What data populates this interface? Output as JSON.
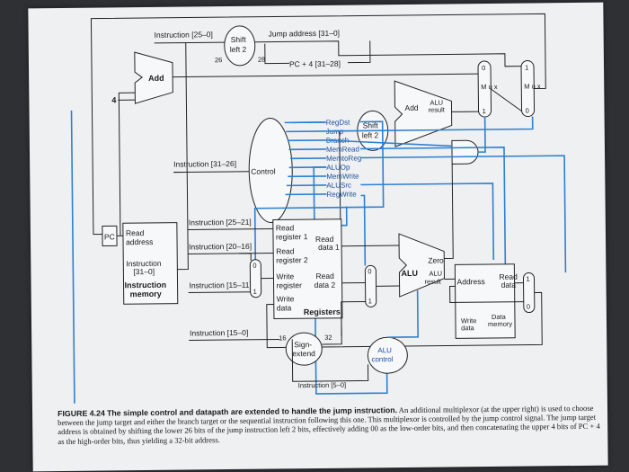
{
  "labels": {
    "instr_25_0": "Instruction [25–0]",
    "shift_left2_top_a": "Shift",
    "shift_left2_top_b": "left 2",
    "jump_address": "Jump address [31–0]",
    "bits_26": "26",
    "bits_28": "28",
    "pc4_31_28": "PC + 4 [31–28]",
    "add_top": "Add",
    "four": "4",
    "alu_add": "Add",
    "alu_result": "ALU",
    "alu_result2": "result",
    "shift_mid_a": "Shift",
    "shift_mid_b": "left 2",
    "instr_31_26": "Instruction [31–26]",
    "control": "Control",
    "pc": "PC",
    "read_address_a": "Read",
    "read_address_b": "address",
    "instruction_a": "Instruction",
    "instruction_b": "[31–0]",
    "instruction_memory_a": "Instruction",
    "instruction_memory_b": "memory",
    "instr_25_21": "Instruction [25–21]",
    "instr_20_16": "Instruction [20–16]",
    "instr_15_11": "Instruction [15–11]",
    "instr_15_0": "Instruction [15–0]",
    "read_reg1": "Read",
    "read_reg1b": "register 1",
    "read_data1": "Read",
    "read_data1b": "data 1",
    "read_reg2": "Read",
    "read_reg2b": "register 2",
    "write_reg": "Write",
    "write_regb": "register",
    "read_data2": "Read",
    "read_data2b": "data 2",
    "write_data": "Write",
    "write_datab": "data",
    "registers": "Registers",
    "zero": "Zero",
    "alu_main": "ALU",
    "alu_main_result": "ALU",
    "alu_main_result2": "result",
    "address": "Address",
    "read_data_mem": "Read",
    "read_data_memb": "data",
    "write_data_mem": "Write",
    "write_data_memb": "data",
    "data_memory": "memory",
    "data_memory_a": "Data",
    "bits_16": "16",
    "bits_32": "32",
    "sign_extend_a": "Sign-",
    "sign_extend_b": "extend",
    "alu_control_a": "ALU",
    "alu_control_b": "control",
    "instr_5_0": "Instruction [5–0]",
    "mux": "M u x",
    "mux_0": "0",
    "mux_1": "1"
  },
  "control_signals": [
    "RegDst",
    "Jump",
    "Branch",
    "MemRead",
    "MemtoReg",
    "ALUOp",
    "MemWrite",
    "ALUSrc",
    "RegWrite"
  ],
  "caption": {
    "figure": "FIGURE 4.24",
    "title": "The simple control and datapath are extended to handle the jump instruction.",
    "body": "An additional multiplexor (at the upper right) is used to choose between the jump target and either the branch target or the sequential instruction following this one. This multiplexor is controlled by the jump control signal. The jump target address is obtained by shifting the lower 26 bits of the jump instruction left 2 bits, effectively adding 00 as the low-order bits, and then concatenating the upper 4 bits of PC + 4 as the high-order bits, thus yielding a 32-bit address."
  },
  "colors": {
    "control_lines": "#2f7fd0",
    "datapath_lines": "#222222",
    "paper": "#eef0f2"
  }
}
